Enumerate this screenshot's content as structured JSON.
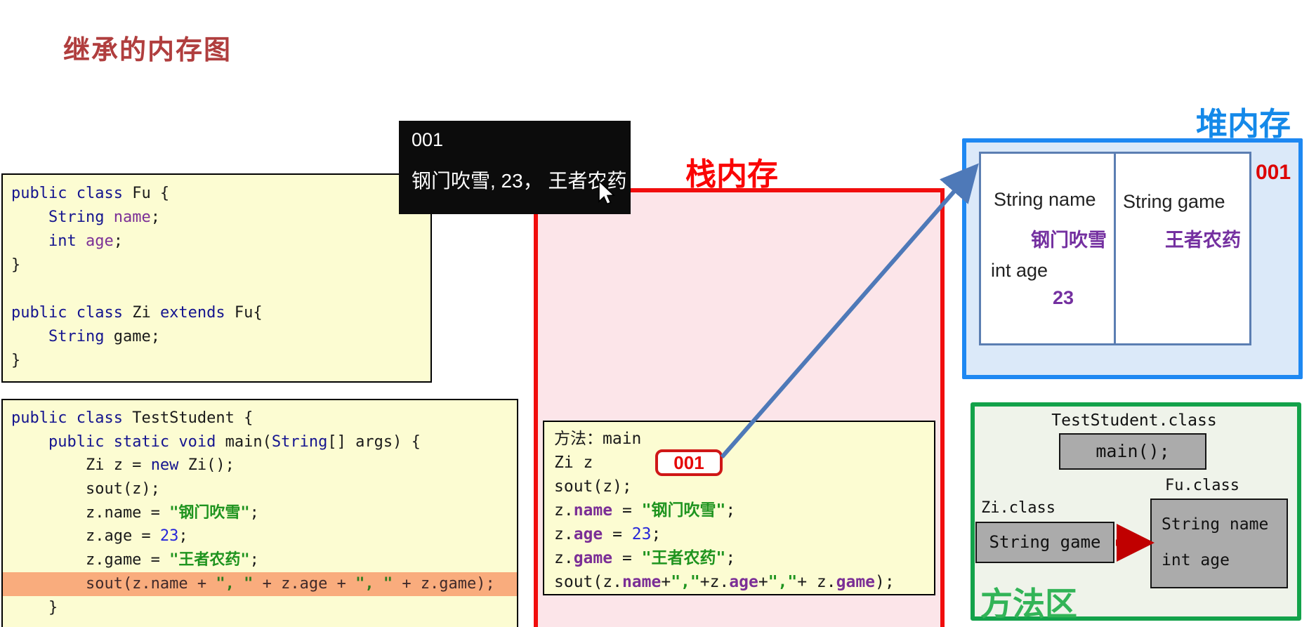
{
  "title": "继承的内存图",
  "tooltip": {
    "line1": "001",
    "line2": "钢门吹雪, 23， 王者农药"
  },
  "fu_code": {
    "lines": [
      [
        {
          "t": "public class",
          "c": "kw"
        },
        {
          "t": " Fu {",
          "c": "pl"
        }
      ],
      [
        {
          "t": "    ",
          "c": "pl"
        },
        {
          "t": "String",
          "c": "kw"
        },
        {
          "t": " ",
          "c": "pl"
        },
        {
          "t": "name",
          "c": "fld"
        },
        {
          "t": ";",
          "c": "pl"
        }
      ],
      [
        {
          "t": "    ",
          "c": "pl"
        },
        {
          "t": "int",
          "c": "kw"
        },
        {
          "t": " ",
          "c": "pl"
        },
        {
          "t": "age",
          "c": "fld"
        },
        {
          "t": ";",
          "c": "pl"
        }
      ],
      [
        {
          "t": "}",
          "c": "pl"
        }
      ],
      [],
      [
        {
          "t": "public class",
          "c": "kw"
        },
        {
          "t": " Zi ",
          "c": "pl"
        },
        {
          "t": "extends",
          "c": "kw"
        },
        {
          "t": " Fu{",
          "c": "pl"
        }
      ],
      [
        {
          "t": "    ",
          "c": "pl"
        },
        {
          "t": "String",
          "c": "kw"
        },
        {
          "t": " game;",
          "c": "pl"
        }
      ],
      [
        {
          "t": "}",
          "c": "pl"
        }
      ]
    ]
  },
  "test_code": {
    "lines": [
      [
        {
          "t": "public class",
          "c": "kw"
        },
        {
          "t": " TestStudent {",
          "c": "pl"
        }
      ],
      [
        {
          "t": "    ",
          "c": "pl"
        },
        {
          "t": "public static void",
          "c": "kw"
        },
        {
          "t": " main(",
          "c": "pl"
        },
        {
          "t": "String",
          "c": "kw"
        },
        {
          "t": "[] args) {",
          "c": "pl"
        }
      ],
      [
        {
          "t": "        Zi z = ",
          "c": "pl"
        },
        {
          "t": "new",
          "c": "kw"
        },
        {
          "t": " Zi();",
          "c": "pl"
        }
      ],
      [
        {
          "t": "        sout(z);",
          "c": "pl"
        }
      ],
      [
        {
          "t": "        z.name = ",
          "c": "pl"
        },
        {
          "t": "\"钢门吹雪\"",
          "c": "str"
        },
        {
          "t": ";",
          "c": "pl"
        }
      ],
      [
        {
          "t": "        z.age = ",
          "c": "pl"
        },
        {
          "t": "23",
          "c": "num"
        },
        {
          "t": ";",
          "c": "pl"
        }
      ],
      [
        {
          "t": "        z.game = ",
          "c": "pl"
        },
        {
          "t": "\"王者农药\"",
          "c": "str"
        },
        {
          "t": ";",
          "c": "pl"
        }
      ],
      [
        {
          "t": "        sout(z.name + ",
          "c": "hl"
        },
        {
          "t": "\", \"",
          "c": "strh"
        },
        {
          "t": " + z.age + ",
          "c": "hl"
        },
        {
          "t": "\", \"",
          "c": "strh"
        },
        {
          "t": " + z.game);",
          "c": "hl"
        }
      ],
      [
        {
          "t": "    }",
          "c": "pl"
        }
      ]
    ]
  },
  "stack": {
    "label": "栈内存",
    "ref_value": "001",
    "lines": [
      [
        {
          "t": "方法：main",
          "c": "pl"
        }
      ],
      [
        {
          "t": "Zi z",
          "c": "pl"
        }
      ],
      [
        {
          "t": "sout(z);",
          "c": "pl"
        }
      ],
      [
        {
          "t": "z.",
          "c": "pl"
        },
        {
          "t": "name",
          "c": "fldb"
        },
        {
          "t": " = ",
          "c": "pl"
        },
        {
          "t": "\"钢门吹雪\"",
          "c": "str"
        },
        {
          "t": ";",
          "c": "pl"
        }
      ],
      [
        {
          "t": "z.",
          "c": "pl"
        },
        {
          "t": "age",
          "c": "fldb"
        },
        {
          "t": " = ",
          "c": "pl"
        },
        {
          "t": "23",
          "c": "num"
        },
        {
          "t": ";",
          "c": "pl"
        }
      ],
      [
        {
          "t": "z.",
          "c": "pl"
        },
        {
          "t": "game",
          "c": "fldb"
        },
        {
          "t": " = ",
          "c": "pl"
        },
        {
          "t": "\"王者农药\"",
          "c": "str"
        },
        {
          "t": ";",
          "c": "pl"
        }
      ],
      [
        {
          "t": "sout(z.",
          "c": "pl"
        },
        {
          "t": "name",
          "c": "fldb"
        },
        {
          "t": "+",
          "c": "pl"
        },
        {
          "t": "\",\"",
          "c": "str"
        },
        {
          "t": "+z.",
          "c": "pl"
        },
        {
          "t": "age",
          "c": "fldb"
        },
        {
          "t": "+",
          "c": "pl"
        },
        {
          "t": "\",\"",
          "c": "str"
        },
        {
          "t": "+ z.",
          "c": "pl"
        },
        {
          "t": "game",
          "c": "fldb"
        },
        {
          "t": ");",
          "c": "pl"
        }
      ]
    ]
  },
  "heap": {
    "label": "堆内存",
    "address": "001",
    "left_cell": {
      "field1": "String name",
      "value1": "钢门吹雪",
      "field2": "int age",
      "value2": "23"
    },
    "right_cell": {
      "field1": "String game",
      "value1": "王者农药"
    }
  },
  "method_area": {
    "label": "方法区",
    "teststudent_class": "TestStudent.class",
    "main_box": "main();",
    "fu_class": "Fu.class",
    "zi_class": "Zi.class",
    "zi_member": "String game",
    "fu_member1": "String name",
    "fu_member2": "int age"
  },
  "colors": {
    "title_red": "#B03E3E",
    "code_bg": "#FCFCD2",
    "highlight_salmon": "#F9AC7D",
    "stack_border_red": "#F10D0D",
    "stack_fill_pink": "#FCE5E9",
    "heap_border_blue": "#1E88F2",
    "heap_fill_blue": "#DBE9F9",
    "object_border_steelblue": "#5B7EB2",
    "method_border_green": "#13A24A",
    "purple_value": "#7430A0",
    "gray_box": "#ABABAB",
    "arrow_blue": "#4E79B8",
    "arrow_red": "#C00000",
    "tooltip_bg": "#0C0C0C"
  }
}
